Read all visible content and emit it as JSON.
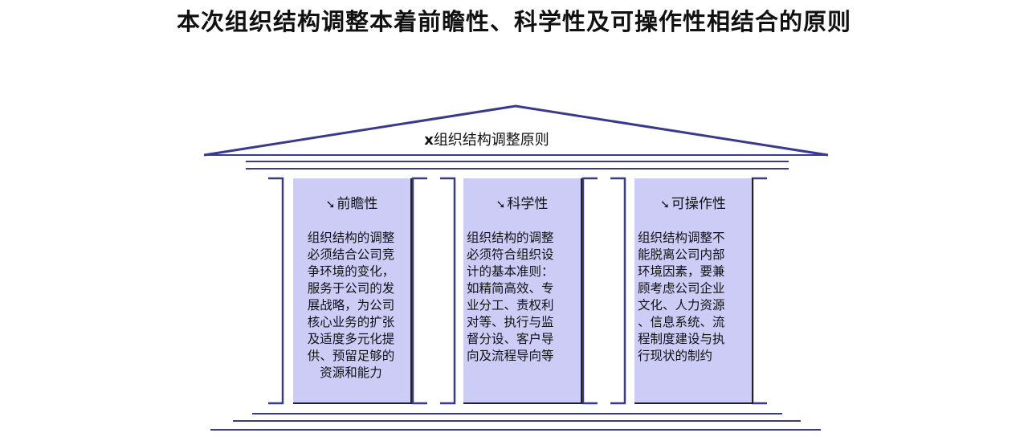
{
  "title": "本次组织结构调整本着前瞻性、科学性及可操作性相结合的原则",
  "roof": {
    "marker": "x",
    "label": "组织结构调整原则"
  },
  "pillars": [
    {
      "arrow": "➘",
      "heading": "前瞻性",
      "text": "组织结构的调整\n必须结合公司竞\n争环境的变化，\n服务于公司的发\n展战略，为公司\n核心业务的扩张\n及适度多元化提\n供、预留足够的\n资源和能力"
    },
    {
      "arrow": "➘",
      "heading": "科学性",
      "text": "组织结构的调整\n必须符合组织设\n计的基本准则：\n如精简高效、专\n业分工、责权利\n对等、执行与监\n督分设、客户导\n向及流程导向等"
    },
    {
      "arrow": "➘",
      "heading": "可操作性",
      "text": "组织结构调整不\n能脱离公司内部\n环境因素，要兼\n顾考虑公司企业\n文化、人力资源\n、信息系统、流\n程制度建设与执\n行现状的制约"
    }
  ],
  "colors": {
    "pillar_fill": "#ccccf7",
    "line": "#3a3a8c"
  }
}
